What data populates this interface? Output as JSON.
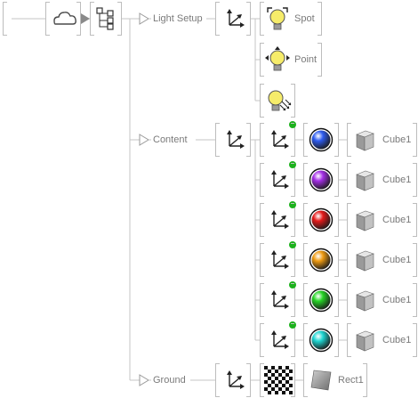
{
  "colors": {
    "line": "#c6c6c6",
    "bracket": "#bdbdbd",
    "label": "#7a7a7a",
    "active_dot": "#1bb11b",
    "bulb": "#f6ec6a"
  },
  "icons": {
    "root_bracket": "bracket-icon",
    "camera": "cloud-camera-icon",
    "hierarchy": "scene-hierarchy-icon",
    "transform": "axis-transform-icon",
    "spot_light": "spot-light-bulb-icon",
    "point_light": "point-light-bulb-icon",
    "directional_light": "directional-light-bulb-icon",
    "material_sphere": "material-sphere-icon",
    "cube": "cube-icon",
    "checker": "checker-texture-icon",
    "rect": "rect-shape-icon"
  },
  "groups": [
    {
      "id": "light-setup",
      "label": "Light Setup"
    },
    {
      "id": "content",
      "label": "Content"
    },
    {
      "id": "ground",
      "label": "Ground"
    }
  ],
  "lights": [
    {
      "id": "spot",
      "label": "Spot"
    },
    {
      "id": "point",
      "label": "Point"
    },
    {
      "id": "directional",
      "label": ""
    }
  ],
  "content_items": [
    {
      "shape": "Cube1",
      "color": "#2e5cf0"
    },
    {
      "shape": "Cube1",
      "color": "#a42ee6"
    },
    {
      "shape": "Cube1",
      "color": "#e51a1a"
    },
    {
      "shape": "Cube1",
      "color": "#ef9b12"
    },
    {
      "shape": "Cube1",
      "color": "#26d426"
    },
    {
      "shape": "Cube1",
      "color": "#1fd6d2"
    }
  ],
  "ground": {
    "shape": "Rect1"
  }
}
